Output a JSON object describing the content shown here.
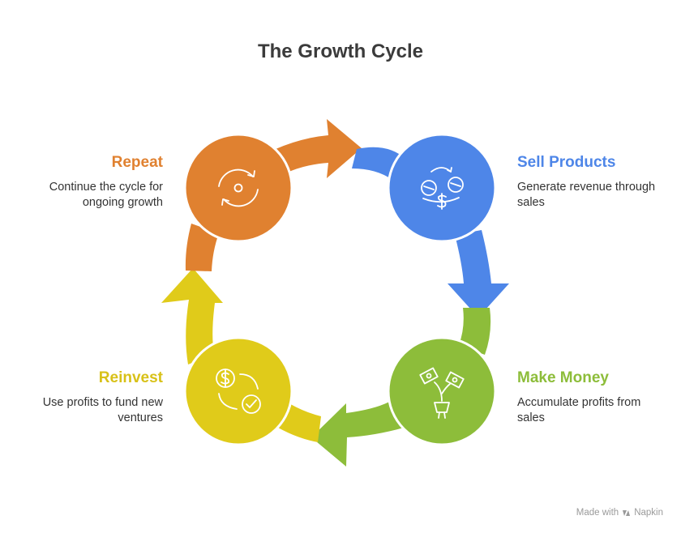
{
  "title": "The Growth Cycle",
  "colors": {
    "repeat": "#E08130",
    "sell": "#4E86E8",
    "money": "#8DBD3A",
    "reinvest": "#E0CB1A"
  },
  "steps": [
    {
      "key": "repeat",
      "heading": "Repeat",
      "description": "Continue the cycle for ongoing growth",
      "icon": "cycle-icon"
    },
    {
      "key": "sell",
      "heading": "Sell Products",
      "description": "Generate revenue through sales",
      "icon": "exchange-dollar-icon"
    },
    {
      "key": "money",
      "heading": "Make Money",
      "description": "Accumulate profits from sales",
      "icon": "money-plant-icon"
    },
    {
      "key": "reinvest",
      "heading": "Reinvest",
      "description": "Use profits to fund new ventures",
      "icon": "dollar-check-icon"
    }
  ],
  "watermark": {
    "text": "Made with",
    "brand": "Napkin",
    "icon": "napkin-logo-icon"
  }
}
